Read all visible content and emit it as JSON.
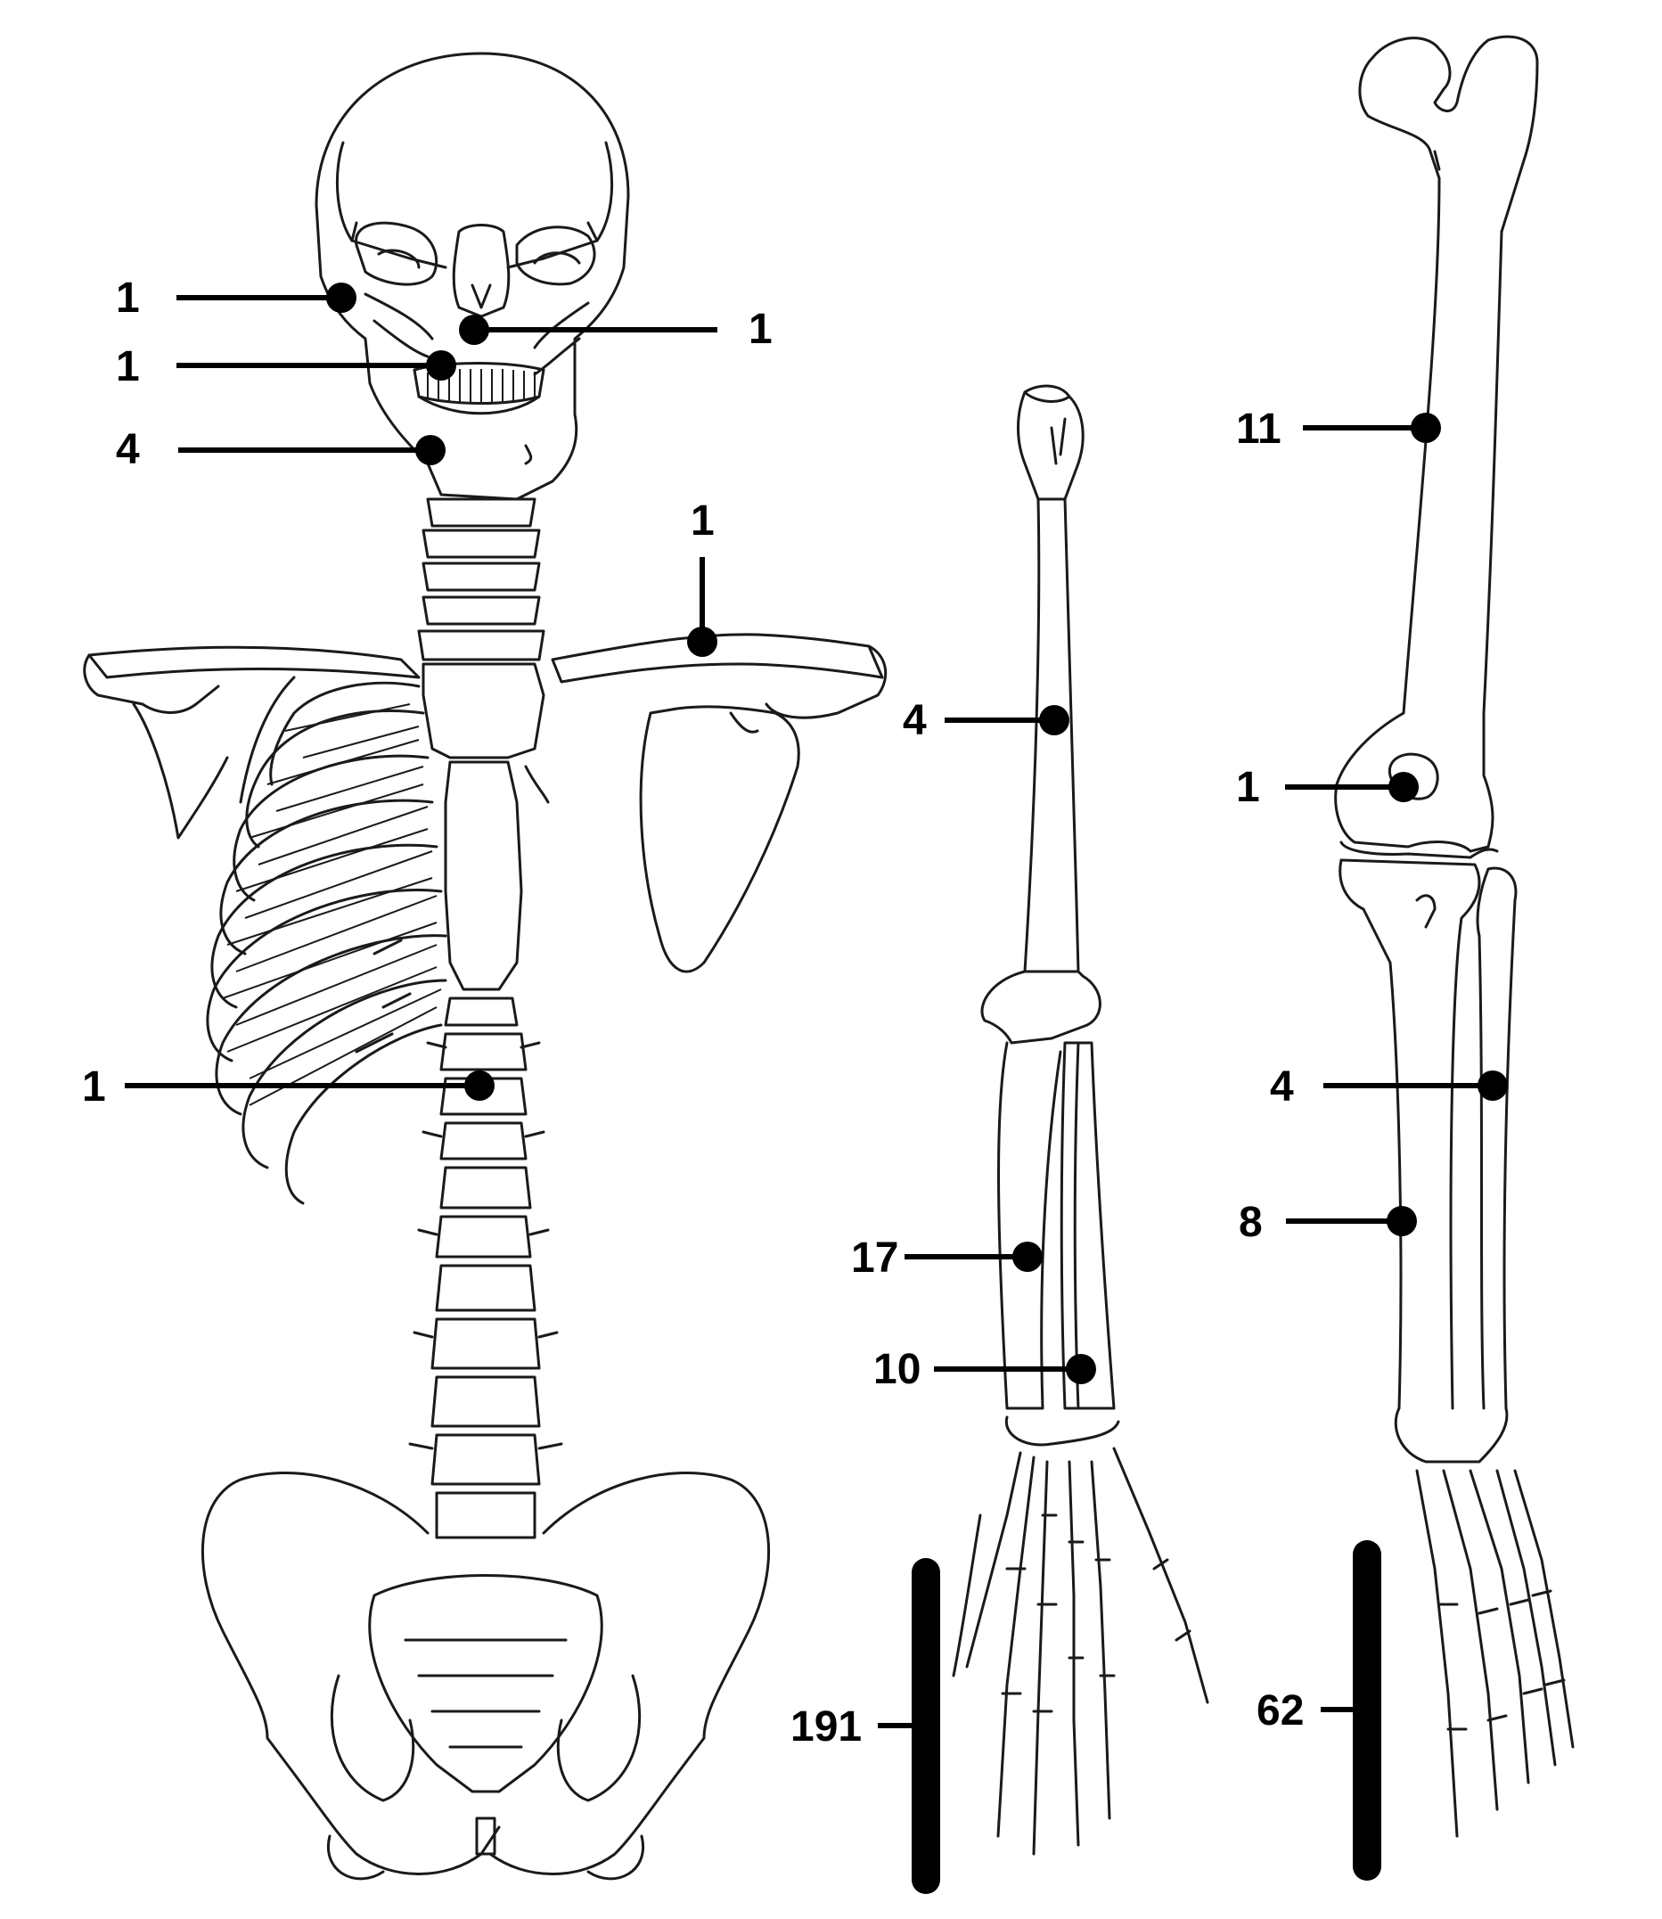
{
  "labels": {
    "skull_zygomatic": "1",
    "skull_nasal": "1",
    "skull_maxilla": "1",
    "skull_mandible": "4",
    "clavicle": "1",
    "vertebra": "1",
    "humerus": "4",
    "radius": "17",
    "ulna": "10",
    "femur": "11",
    "patella": "1",
    "fibula": "4",
    "tibia": "8"
  },
  "scale_bars": {
    "arm": "191",
    "leg": "62"
  }
}
